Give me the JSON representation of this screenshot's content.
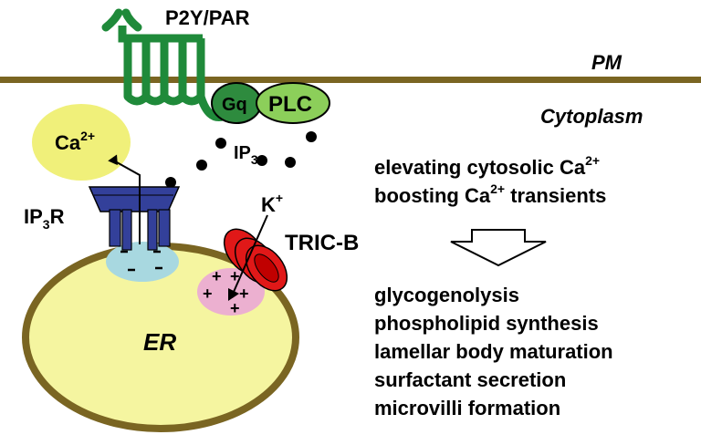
{
  "receptor": {
    "label": "P2Y/PAR",
    "color": "#1f8a3a"
  },
  "membrane": {
    "label": "PM",
    "color": "#7a6522"
  },
  "cytoplasm": {
    "label": "Cytoplasm"
  },
  "gq": {
    "label": "Gq",
    "color": "#2e8b3e"
  },
  "plc": {
    "label": "PLC",
    "color": "#8ccf5a"
  },
  "ip3": {
    "label": "IP",
    "sub": "3"
  },
  "calcium": {
    "label": "Ca",
    "sup": "2+",
    "color": "#f0f07a"
  },
  "ip3r": {
    "label": "IP",
    "sub": "3",
    "suffix": "R",
    "color": "#33409a"
  },
  "potassium": {
    "label": "K",
    "sup": "+"
  },
  "tricb": {
    "label": "TRIC-B",
    "color": "#e01818"
  },
  "er": {
    "label": "ER",
    "fill": "#f5f5a0",
    "border": "#7a6522"
  },
  "effects": {
    "line1": {
      "text": "elevating cytosolic Ca",
      "sup": "2+"
    },
    "line2": {
      "pre": "boosting Ca",
      "sup": "2+",
      "post": " transients"
    }
  },
  "outcomes": [
    "glycogenolysis",
    "phospholipid synthesis",
    "lamellar body maturation",
    "surfactant secretion",
    "microvilli formation"
  ]
}
